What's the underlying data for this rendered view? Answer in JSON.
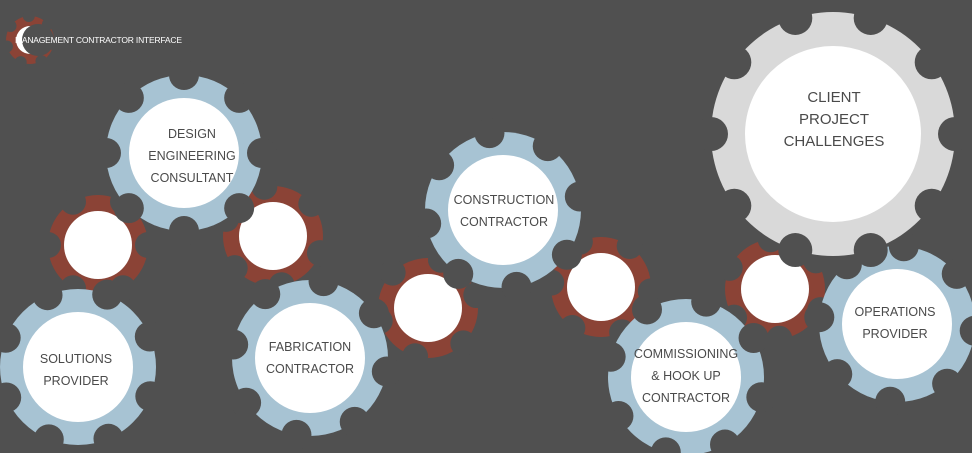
{
  "header": {
    "title": "MANAGEMENT CONTRACTOR INTERFACE"
  },
  "colors": {
    "background": "#505050",
    "blue_gear": "#a7c3d3",
    "red_gear": "#8b4336",
    "grey_gear": "#d9d9d9",
    "center": "#ffffff"
  },
  "gears": [
    {
      "id": "design",
      "lines": [
        "DESIGN",
        "ENGINEERING",
        "CONSULTANT"
      ]
    },
    {
      "id": "solutions",
      "lines": [
        "SOLUTIONS",
        "PROVIDER"
      ]
    },
    {
      "id": "fabrication",
      "lines": [
        "FABRICATION",
        "CONTRACTOR"
      ]
    },
    {
      "id": "construction",
      "lines": [
        "CONSTRUCTION",
        "CONTRACTOR"
      ]
    },
    {
      "id": "commissioning",
      "lines": [
        "COMMISSIONING",
        "& HOOK UP",
        "CONTRACTOR"
      ]
    },
    {
      "id": "operations",
      "lines": [
        "OPERATIONS",
        "PROVIDER"
      ]
    },
    {
      "id": "client",
      "lines": [
        "CLIENT",
        "PROJECT",
        "CHALLENGES"
      ]
    }
  ]
}
